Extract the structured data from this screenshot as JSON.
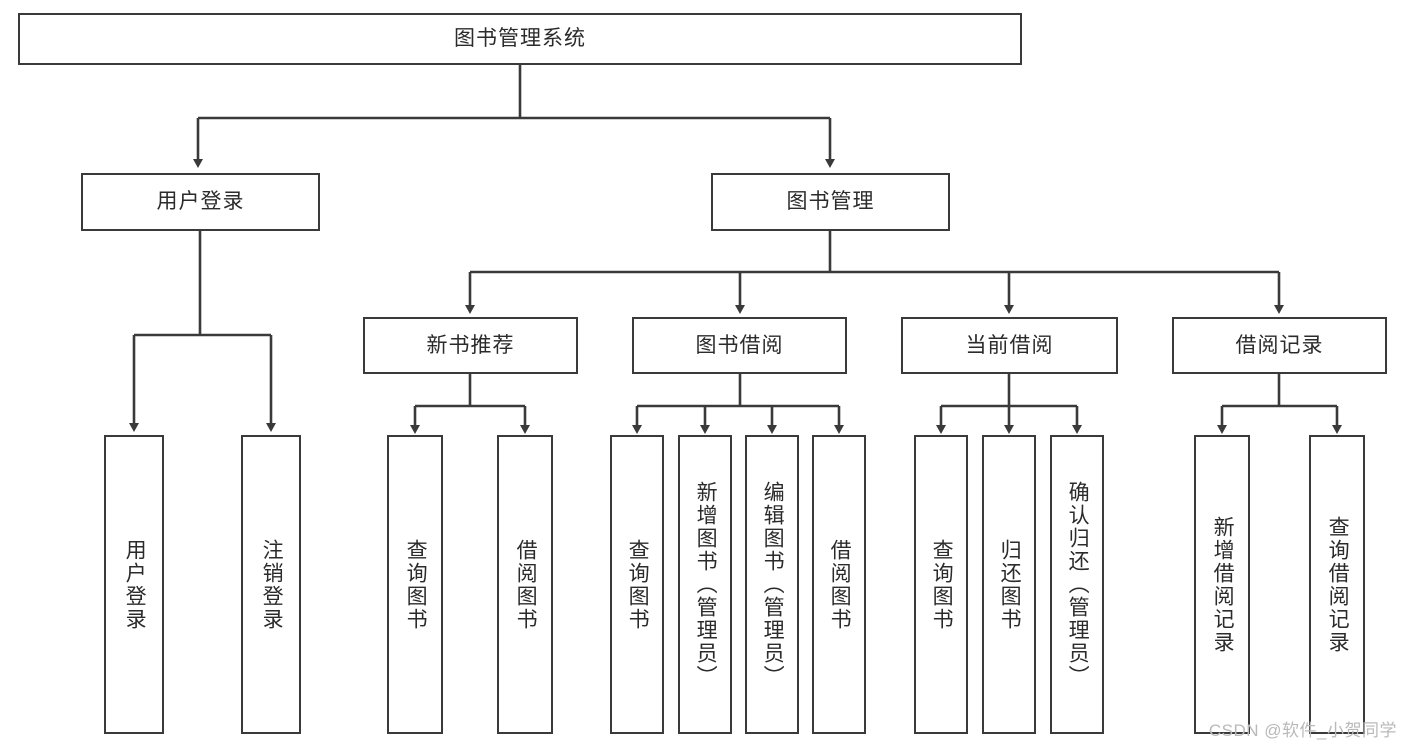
{
  "diagram": {
    "title": "图书管理系统",
    "watermark": "CSDN @软件_小贺同学",
    "line_color": "#3a3a3a",
    "box_fill": "#ffffff",
    "text_color": "#2b2b2b",
    "nodes": {
      "root": "图书管理系统",
      "level2": {
        "user_login": "用户登录",
        "book_manage": "图书管理"
      },
      "level3": {
        "new_book_recommend": "新书推荐",
        "book_borrow": "图书借阅",
        "current_borrow": "当前借阅",
        "borrow_record": "借阅记录"
      },
      "leaves": {
        "user_login_1": "用户登录",
        "user_login_2": "注销登录",
        "recommend_1": "查询图书",
        "recommend_2": "借阅图书",
        "borrow_1": "查询图书",
        "borrow_2": "新增图书（管理员）",
        "borrow_3": "编辑图书（管理员）",
        "borrow_4": "借阅图书",
        "current_1": "查询图书",
        "current_2": "归还图书",
        "current_3": "确认归还（管理员）",
        "record_1": "新增借阅记录",
        "record_2": "查询借阅记录"
      }
    }
  }
}
